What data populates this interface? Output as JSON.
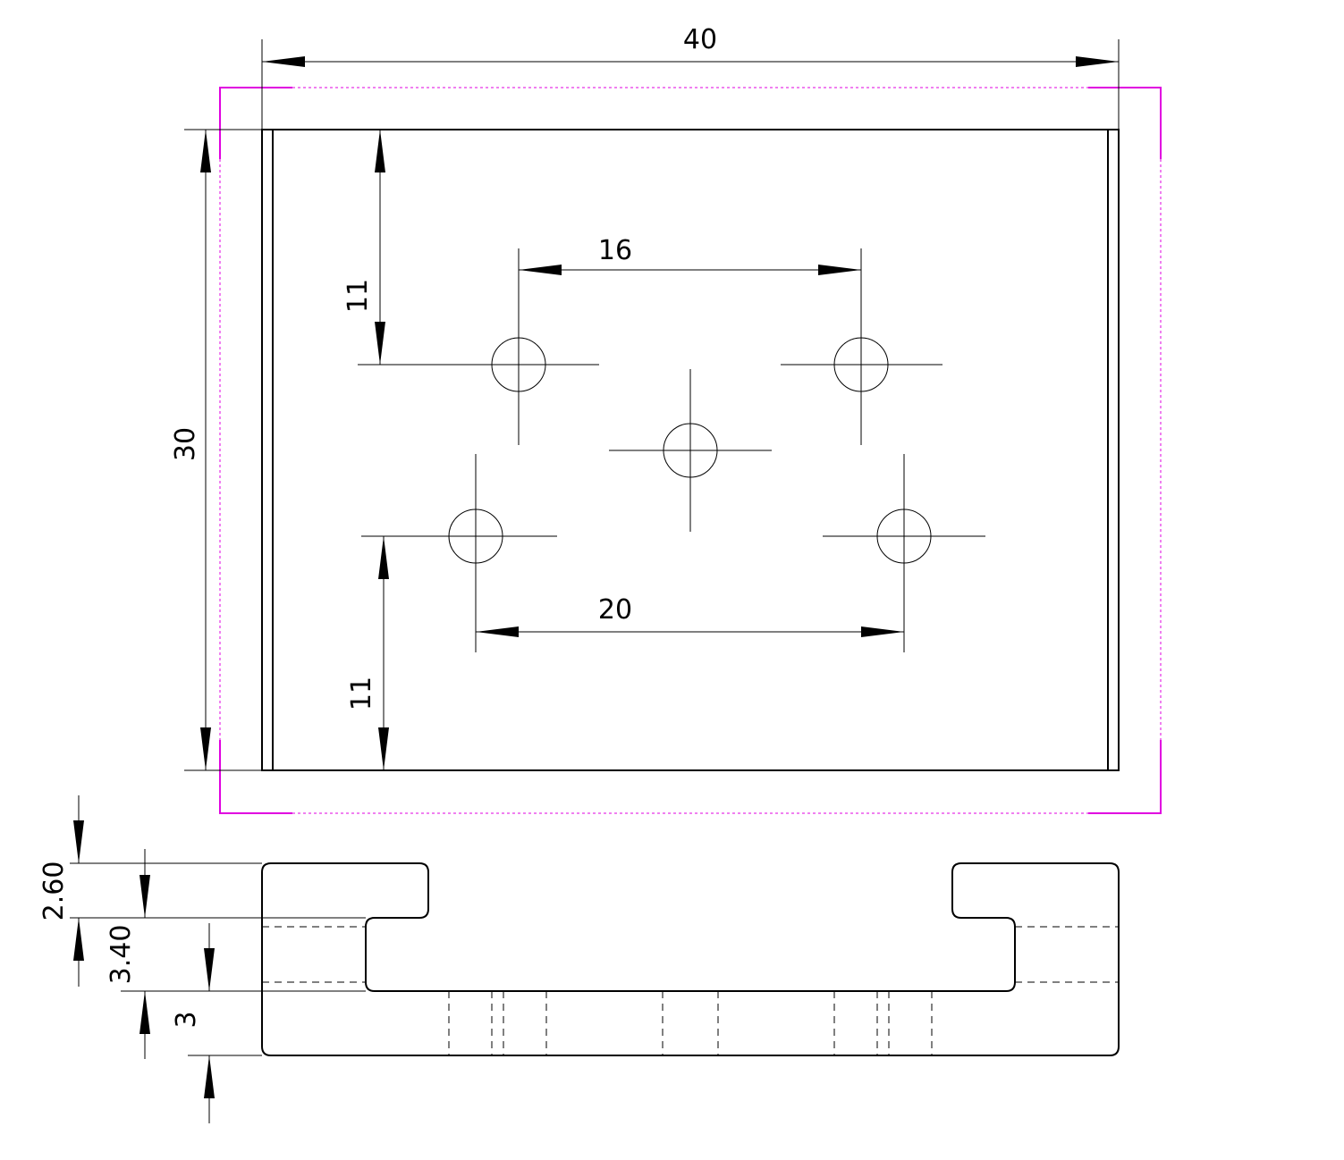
{
  "dimensions": {
    "width_total": "40",
    "height_total": "30",
    "top_hole_spacing": "16",
    "bottom_hole_spacing": "20",
    "top_hole_offset": "11",
    "bottom_hole_offset": "11",
    "lip_thickness": "2.60",
    "slot_height": "3.40",
    "base_thickness": "3"
  },
  "colors": {
    "line": "#000000",
    "boundary": "#e000e0",
    "background": "#ffffff"
  }
}
